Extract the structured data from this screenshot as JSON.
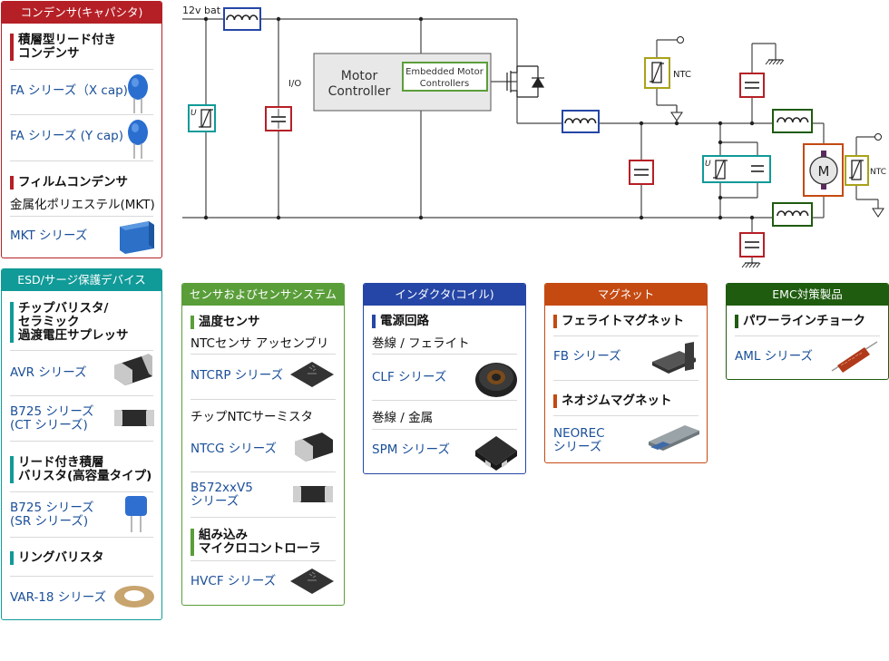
{
  "colors": {
    "capacitor": "#b52026",
    "esd": "#109a98",
    "sensor": "#5a9e3a",
    "inductor": "#2546a6",
    "magnet": "#c44a12",
    "emc": "#1f5c0f",
    "ntc": "#a9a21a",
    "link": "#1a4f99"
  },
  "diagram": {
    "bat_label": "12v bat",
    "io_label": "I/O",
    "motor_controller": [
      "Motor",
      "Controller"
    ],
    "embedded": [
      "Embedded Motor",
      "Controllers"
    ],
    "ntc_label_1": "NTC",
    "ntc_label_2": "NTC",
    "motor_letter": "M",
    "varistor_mark": "U"
  },
  "capacitors": {
    "header": "コンデンサ(キャパシタ)",
    "sub1": [
      "積層型リード付き",
      "コンデンサ"
    ],
    "fa_x": "FA シリーズ（X cap)",
    "fa_y": "FA シリーズ (Y cap)",
    "sub2": "フィルムコンデンサ",
    "mkt_label": "金属化ポリエステル(MKT)",
    "mkt": "MKT シリーズ"
  },
  "esd": {
    "header": "ESD/サージ保護デバイス",
    "sub1": [
      "チップバリスタ/",
      "セラミック",
      "過渡電圧サプレッサ"
    ],
    "avr": "AVR シリーズ",
    "b725ct": [
      "B725 シリーズ",
      "(CT シリーズ)"
    ],
    "sub2": [
      "リード付き積層",
      "バリスタ(高容量タイプ)"
    ],
    "b725sr": [
      "B725 シリーズ",
      "(SR シリーズ)"
    ],
    "sub3": "リングバリスタ",
    "var18": "VAR-18 シリーズ"
  },
  "sensors": {
    "header": "センサおよびセンサシステム",
    "sub1": "温度センサ",
    "ntc_assy": "NTCセンサ アッセンブリ",
    "ntcrp": "NTCRP シリーズ",
    "chip_ntc": "チップNTCサーミスタ",
    "ntcg": "NTCG シリーズ",
    "b572": [
      "B572xxV5",
      "シリーズ"
    ],
    "sub2": [
      "組み込み",
      "マイクロコントローラ"
    ],
    "hvcf": "HVCF シリーズ"
  },
  "inductors": {
    "header": "インダクタ(コイル)",
    "sub1": "電源回路",
    "ferrite": "巻線 / フェライト",
    "clf": "CLF シリーズ",
    "metal": "巻線 / 金属",
    "spm": "SPM シリーズ"
  },
  "magnets": {
    "header": "マグネット",
    "sub1": "フェライトマグネット",
    "fb": "FB シリーズ",
    "sub2": "ネオジムマグネット",
    "neorec": [
      "NEOREC",
      "シリーズ"
    ]
  },
  "emc": {
    "header": "EMC対策製品",
    "sub1": "パワーラインチョーク",
    "aml": "AML シリーズ"
  }
}
